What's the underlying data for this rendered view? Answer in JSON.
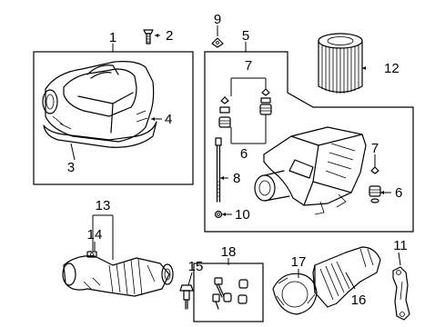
{
  "callouts": {
    "c1": "1",
    "c2": "2",
    "c3": "3",
    "c4": "4",
    "c5": "5",
    "c6a": "6",
    "c6b": "6",
    "c7a": "7",
    "c7b": "7",
    "c8": "8",
    "c9": "9",
    "c10": "10",
    "c11": "11",
    "c12": "12",
    "c13": "13",
    "c14": "14",
    "c15": "15",
    "c16": "16",
    "c17": "17",
    "c18": "18"
  }
}
